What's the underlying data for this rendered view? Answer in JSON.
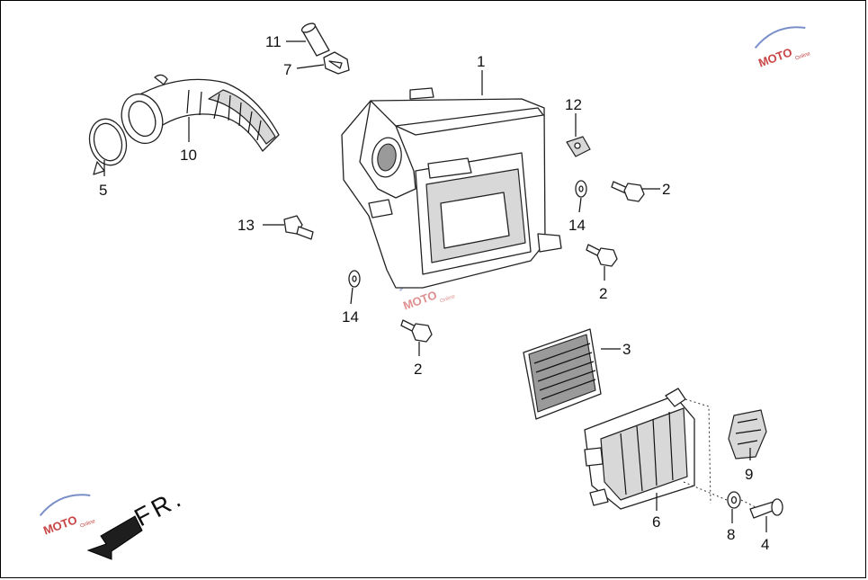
{
  "diagram": {
    "direction_label": "FR.",
    "watermark": {
      "brand": "MOTO",
      "sub": "Online"
    },
    "callouts": [
      {
        "id": "c1",
        "label": "1"
      },
      {
        "id": "c2a",
        "label": "2"
      },
      {
        "id": "c2b",
        "label": "2"
      },
      {
        "id": "c2c",
        "label": "2"
      },
      {
        "id": "c3",
        "label": "3"
      },
      {
        "id": "c4",
        "label": "4"
      },
      {
        "id": "c5",
        "label": "5"
      },
      {
        "id": "c6",
        "label": "6"
      },
      {
        "id": "c7",
        "label": "7"
      },
      {
        "id": "c8",
        "label": "8"
      },
      {
        "id": "c9",
        "label": "9"
      },
      {
        "id": "c10",
        "label": "10"
      },
      {
        "id": "c11",
        "label": "11"
      },
      {
        "id": "c12",
        "label": "12"
      },
      {
        "id": "c13",
        "label": "13"
      },
      {
        "id": "c14a",
        "label": "14"
      },
      {
        "id": "c14b",
        "label": "14"
      }
    ]
  }
}
